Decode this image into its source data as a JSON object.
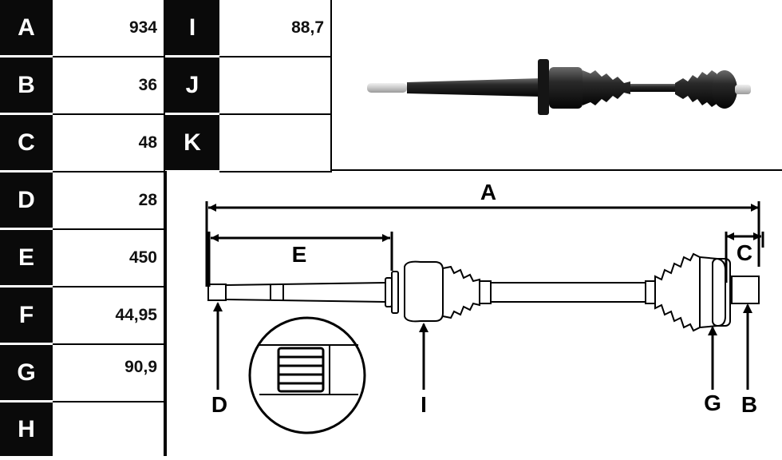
{
  "table_left": [
    {
      "label": "A",
      "value": "934"
    },
    {
      "label": "B",
      "value": "36"
    },
    {
      "label": "C",
      "value": "48"
    },
    {
      "label": "D",
      "value": "28"
    },
    {
      "label": "E",
      "value": "450"
    },
    {
      "label": "F",
      "value": "44,95"
    },
    {
      "label": "G",
      "value": "90,9"
    },
    {
      "label": "H",
      "value": ""
    }
  ],
  "table_right": [
    {
      "label": "I",
      "value": "88,7"
    },
    {
      "label": "J",
      "value": ""
    },
    {
      "label": "K",
      "value": ""
    }
  ],
  "drawing_labels": {
    "A": "A",
    "E": "E",
    "C": "C",
    "D": "D",
    "I": "I",
    "G": "G",
    "B": "B"
  }
}
